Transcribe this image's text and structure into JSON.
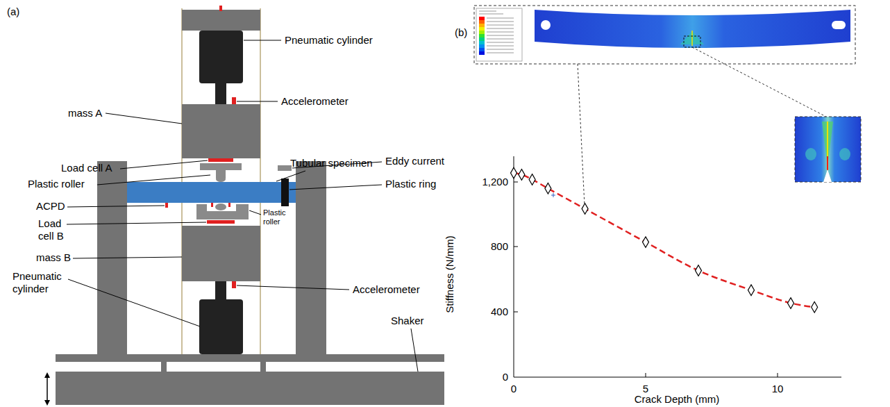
{
  "diagram": {
    "labels": [
      "(a)",
      "Pneumatic cylinder",
      "Accelerometer",
      "mass A",
      "Tubular specimen",
      "Load cell A",
      "Eddy current",
      "Plastic roller",
      "Plastic ring",
      "ACPD",
      "Load cell B",
      "Plastic roller",
      "mass B",
      "Accelerometer",
      "Pneumatic cylinder",
      "Shaker",
      "(b)",
      "1,200",
      "800",
      "400",
      "0",
      "0",
      "5",
      "10",
      "Stiffness (N/mm)",
      "Crack Depth (mm)"
    ]
  }
}
